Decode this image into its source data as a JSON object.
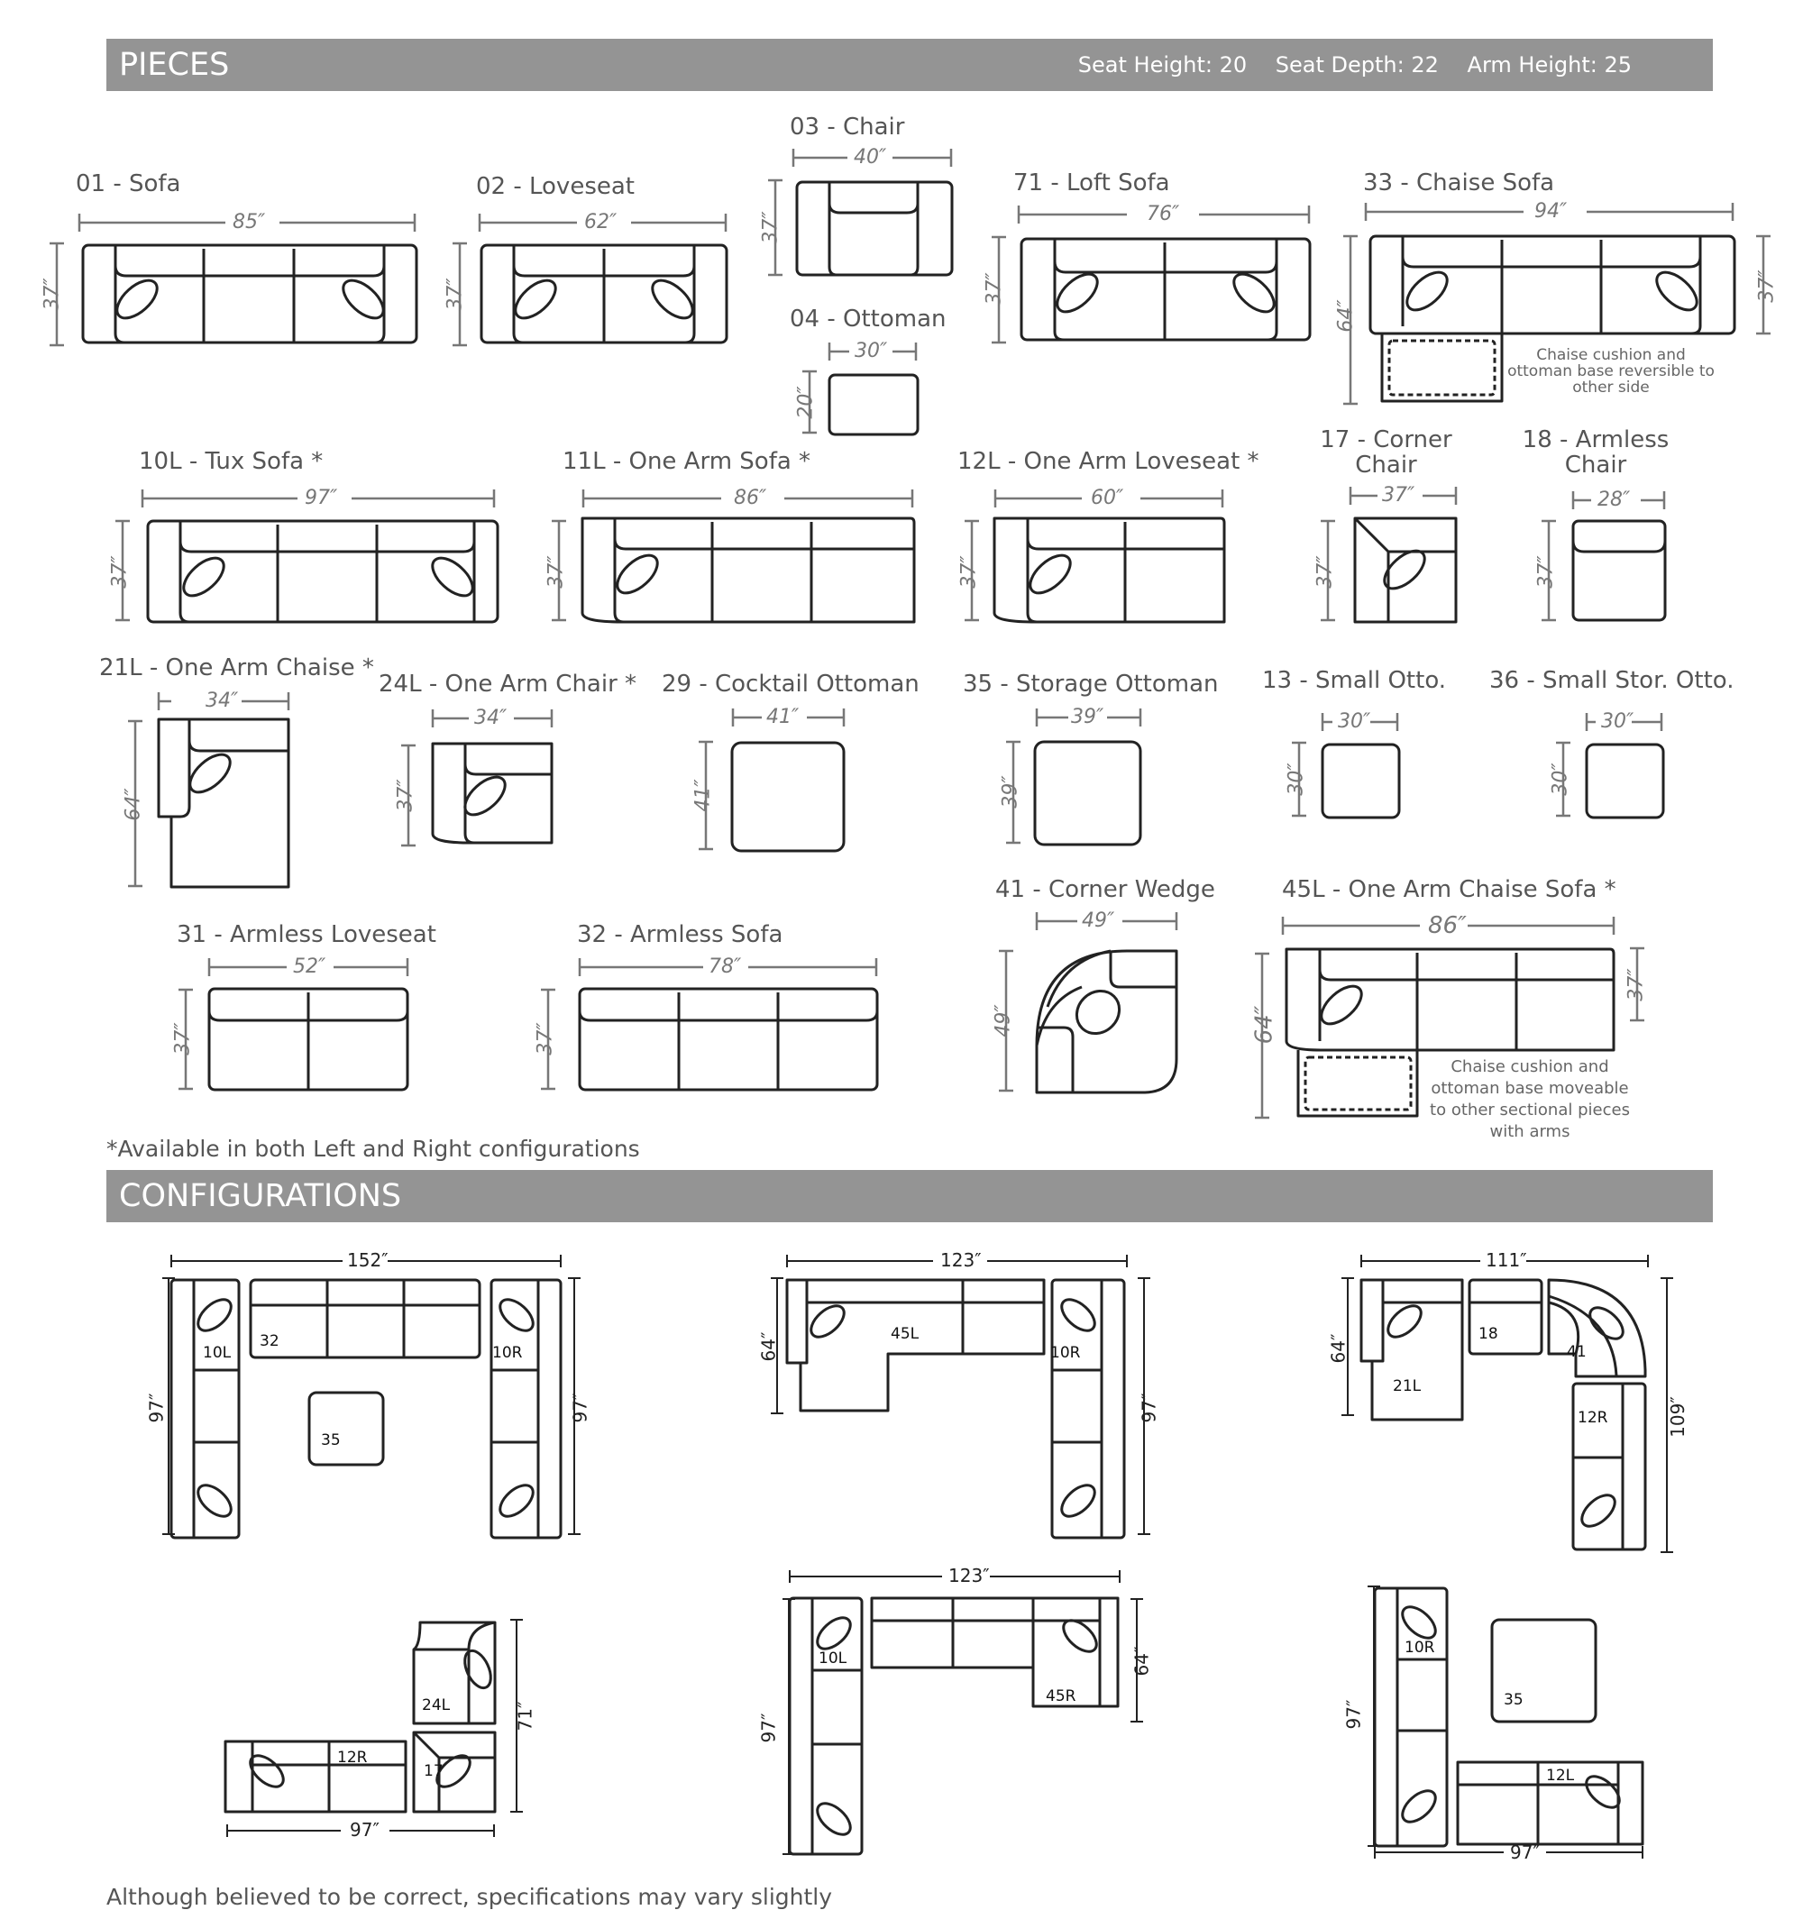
{
  "sections": {
    "pieces_title": "PIECES",
    "configurations_title": "CONFIGURATIONS"
  },
  "specs": {
    "seat_height": "Seat Height: 20",
    "seat_depth": "Seat Depth: 22",
    "arm_height": "Arm Height: 25"
  },
  "pieces": [
    {
      "id": "01",
      "name": "01 - Sofa",
      "width": "85″",
      "height": "37″"
    },
    {
      "id": "02",
      "name": "02 - Loveseat",
      "width": "62″",
      "height": "37″"
    },
    {
      "id": "03",
      "name": "03 - Chair",
      "width": "40″",
      "height": "37″"
    },
    {
      "id": "04",
      "name": "04 - Ottoman",
      "width": "30″",
      "height": "20″"
    },
    {
      "id": "71",
      "name": "71 - Loft Sofa",
      "width": "76″",
      "height": "37″"
    },
    {
      "id": "33",
      "name": "33 - Chaise Sofa",
      "width": "94″",
      "height": "64″",
      "height2": "37″",
      "note": "Chaise cushion and ottoman base reversible to other side"
    },
    {
      "id": "10L",
      "name": "10L - Tux Sofa *",
      "width": "97″",
      "height": "37″"
    },
    {
      "id": "11L",
      "name": "11L - One Arm Sofa *",
      "width": "86″",
      "height": "37″"
    },
    {
      "id": "12L",
      "name": "12L - One Arm Loveseat *",
      "width": "60″",
      "height": "37″"
    },
    {
      "id": "17",
      "name": "17 - Corner Chair",
      "width": "37″",
      "height": "37″"
    },
    {
      "id": "18",
      "name": "18 - Armless Chair",
      "width": "28″",
      "height": "37″"
    },
    {
      "id": "21L",
      "name": "21L - One Arm Chaise *",
      "width": "34″",
      "height": "64″"
    },
    {
      "id": "24L",
      "name": "24L - One Arm Chair *",
      "width": "34″",
      "height": "37″"
    },
    {
      "id": "29",
      "name": "29 - Cocktail Ottoman",
      "width": "41″",
      "height": "41″"
    },
    {
      "id": "35",
      "name": "35 - Storage Ottoman",
      "width": "39″",
      "height": "39″"
    },
    {
      "id": "13",
      "name": "13 - Small Otto.",
      "width": "30″",
      "height": "30″"
    },
    {
      "id": "36",
      "name": "36 - Small Stor. Otto.",
      "width": "30″",
      "height": "30″"
    },
    {
      "id": "31",
      "name": "31 - Armless Loveseat",
      "width": "52″",
      "height": "37″"
    },
    {
      "id": "32",
      "name": "32 - Armless Sofa",
      "width": "78″",
      "height": "37″"
    },
    {
      "id": "41",
      "name": "41 - Corner Wedge",
      "width": "49″",
      "height": "49″"
    },
    {
      "id": "45L",
      "name": "45L - One Arm Chaise Sofa *",
      "width": "86″",
      "height": "64″",
      "height2": "37″",
      "note": "Chaise cushion and ottoman base moveable to other sectional pieces with arms"
    }
  ],
  "availability_note": "*Available in both Left and Right configurations",
  "configurations": [
    {
      "id": "c1",
      "width": "152″",
      "height_left": "97″",
      "height_right": "97″",
      "labels": [
        "10L",
        "32",
        "10R",
        "35"
      ]
    },
    {
      "id": "c2",
      "width": "123″",
      "height_left": "64″",
      "height_right": "97″",
      "labels": [
        "45L",
        "10R"
      ]
    },
    {
      "id": "c3",
      "width": "111″",
      "height_left": "64″",
      "height_right": "109″",
      "labels": [
        "18",
        "41",
        "21L",
        "12R"
      ]
    },
    {
      "id": "c4",
      "width": "97″",
      "height_right": "71″",
      "labels": [
        "24L",
        "12R",
        "17"
      ]
    },
    {
      "id": "c5",
      "width": "123″",
      "height_left": "97″",
      "height_right": "64″",
      "labels": [
        "10L",
        "45R"
      ]
    },
    {
      "id": "c6",
      "width": "97″",
      "height_left": "97″",
      "labels": [
        "10R",
        "35",
        "12L"
      ]
    }
  ],
  "footer": "Although believed to be correct, specifications may vary slightly"
}
